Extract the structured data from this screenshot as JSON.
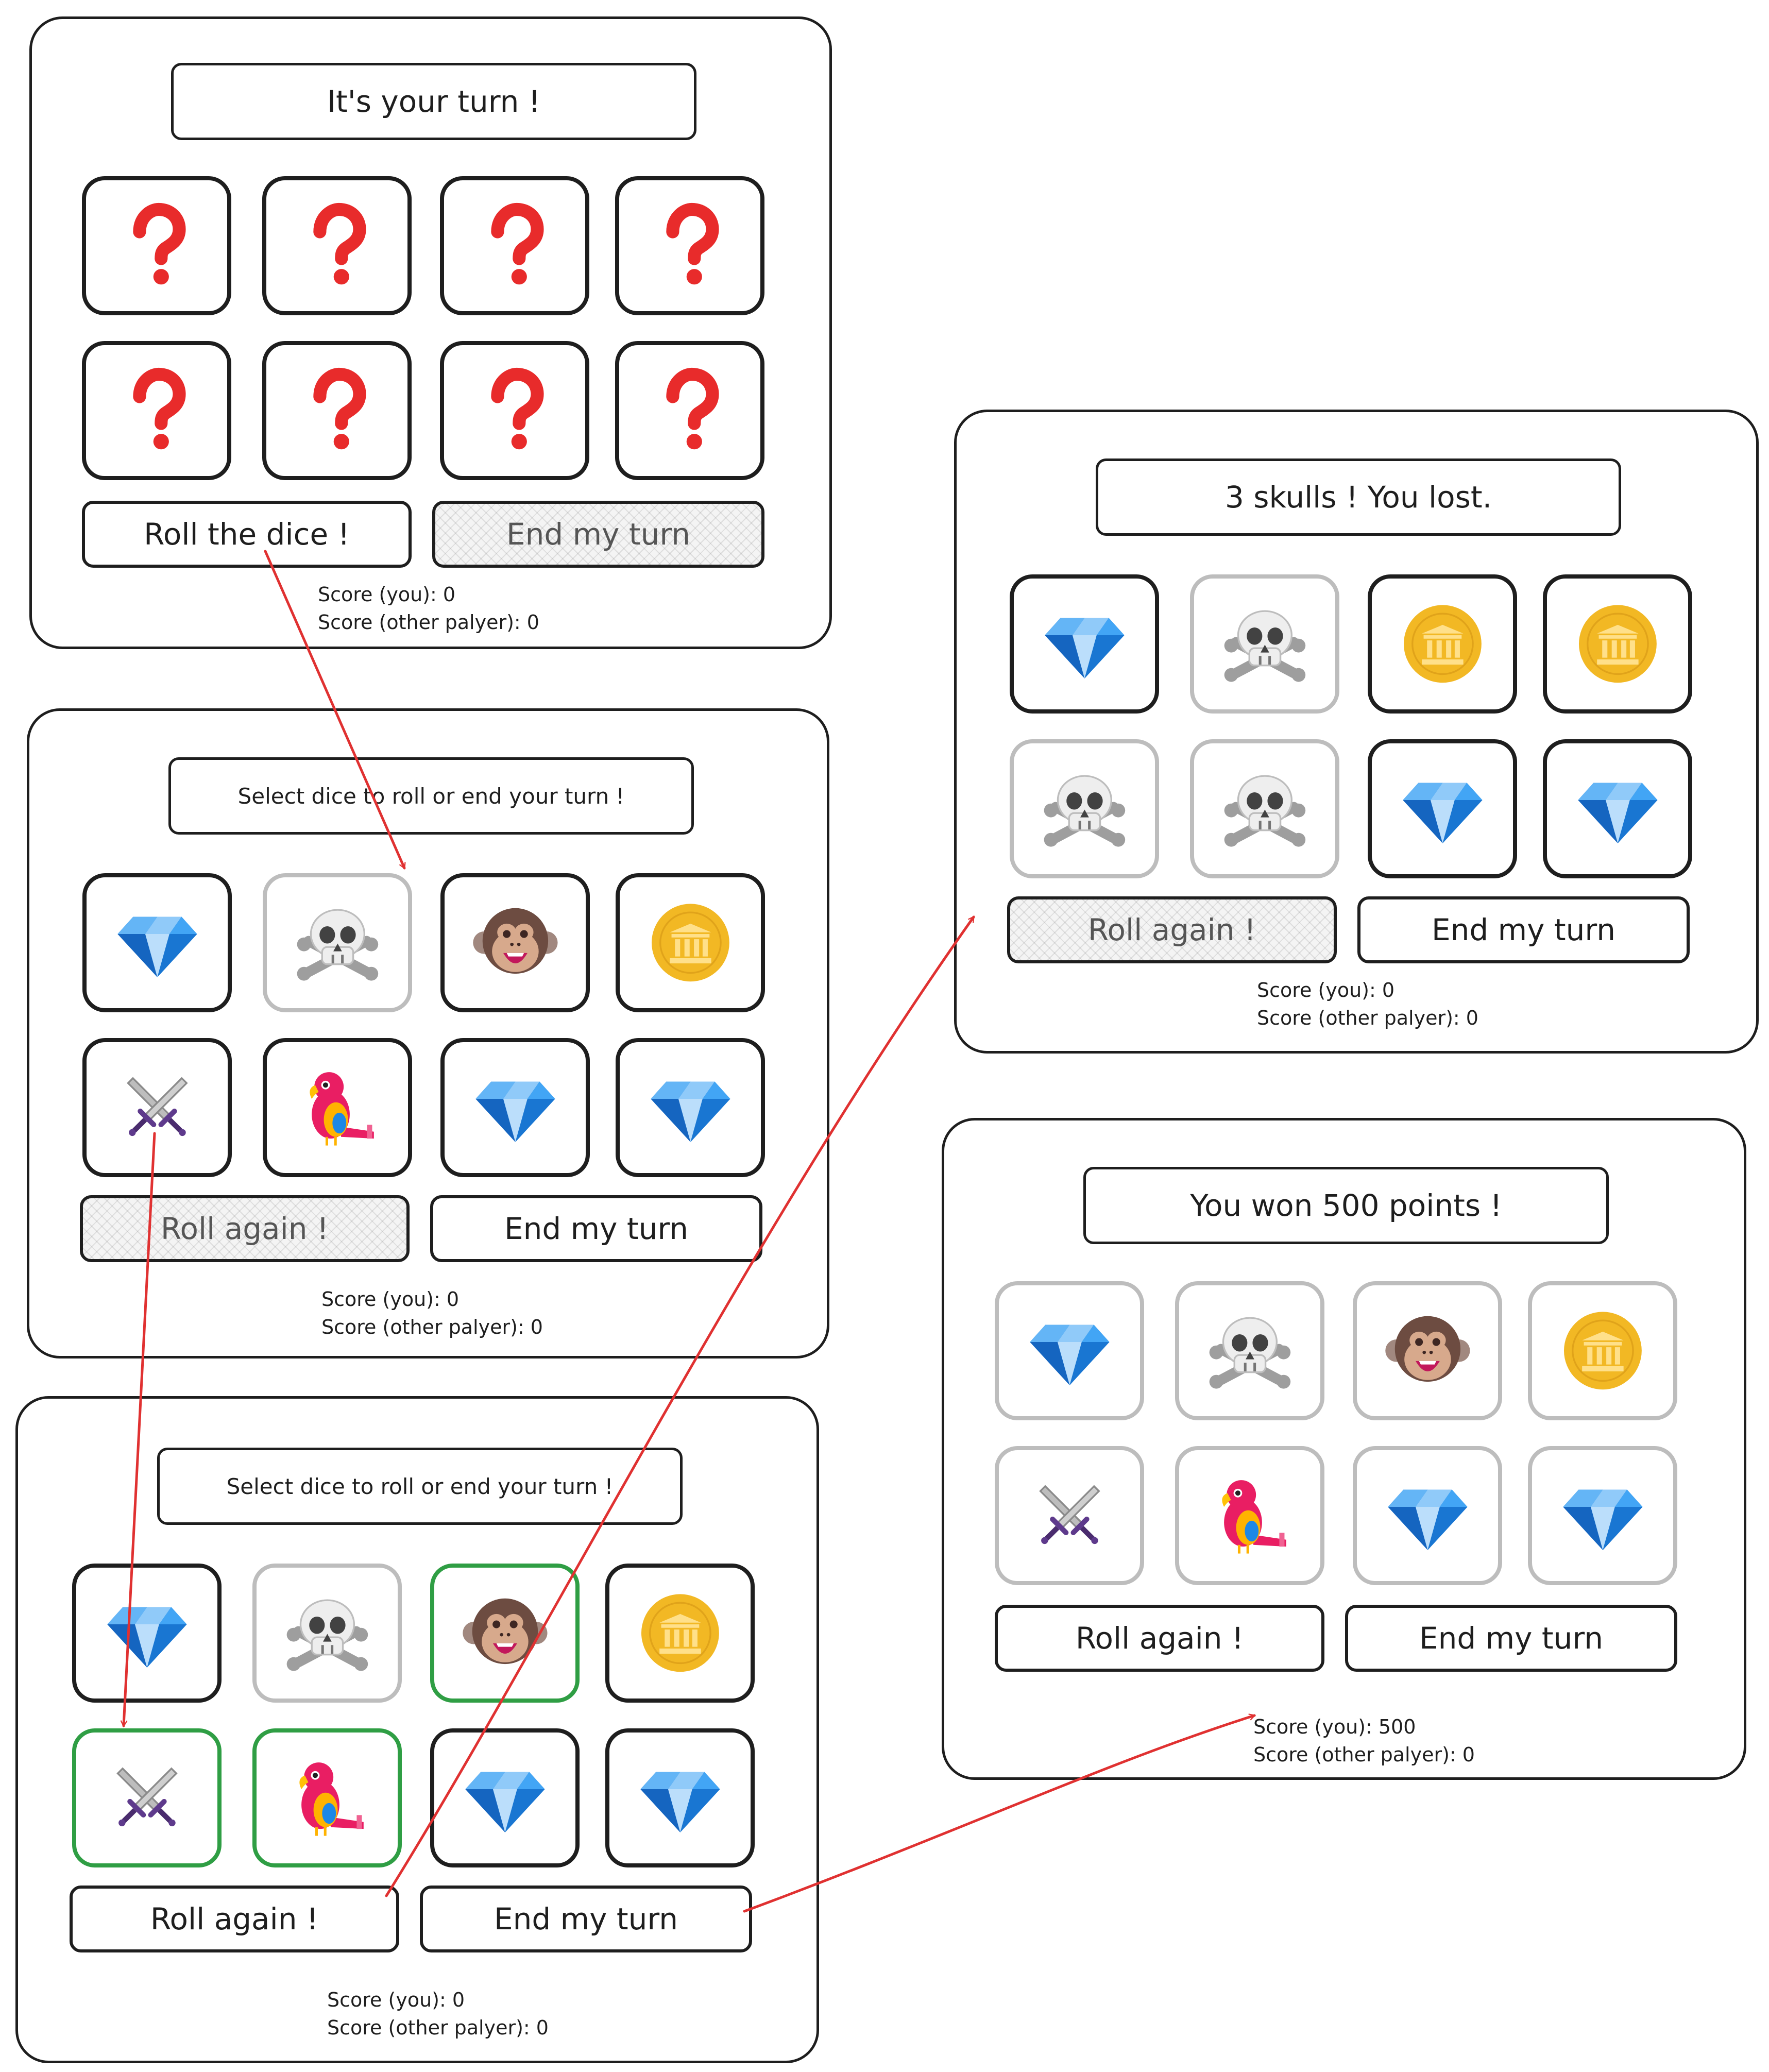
{
  "panels": {
    "start": {
      "title": "It's your turn !",
      "roll_label": "Roll the dice !",
      "end_label": "End my turn",
      "score_you": "Score (you): 0",
      "score_other": "Score (other palyer): 0",
      "dice": [
        "question",
        "question",
        "question",
        "question",
        "question",
        "question",
        "question",
        "question"
      ]
    },
    "first_roll": {
      "title": "Select dice to roll or end your turn !",
      "roll_label": "Roll again !",
      "end_label": "End my turn",
      "score_you": "Score (you): 0",
      "score_other": "Score (other palyer): 0",
      "dice": [
        "diamond",
        "skull",
        "monkey",
        "coin",
        "swords",
        "parrot",
        "diamond",
        "diamond"
      ]
    },
    "selecting": {
      "title": "Select dice to roll or end your turn !",
      "roll_label": "Roll again !",
      "end_label": "End my turn",
      "score_you": "Score (you): 0",
      "score_other": "Score (other palyer): 0",
      "dice": [
        "diamond",
        "skull",
        "monkey",
        "coin",
        "swords",
        "parrot",
        "diamond",
        "diamond"
      ]
    },
    "lost": {
      "title": "3 skulls ! You lost.",
      "roll_label": "Roll again !",
      "end_label": "End my turn",
      "score_you": "Score (you): 0",
      "score_other": "Score (other palyer): 0",
      "dice": [
        "diamond",
        "skull",
        "coin",
        "coin",
        "skull",
        "skull",
        "diamond",
        "diamond"
      ]
    },
    "won": {
      "title": "You won 500 points !",
      "roll_label": "Roll again !",
      "end_label": "End my turn",
      "score_you": "Score (you): 500",
      "score_other": "Score (other palyer): 0",
      "dice": [
        "diamond",
        "skull",
        "monkey",
        "coin",
        "swords",
        "parrot",
        "diamond",
        "diamond"
      ]
    }
  },
  "colors": {
    "stroke": "#1e1e1e",
    "arrow": "#e03131",
    "kept_border": "#bdbdbd",
    "selected_border": "#2f9e44",
    "question": "#e82b2b"
  }
}
